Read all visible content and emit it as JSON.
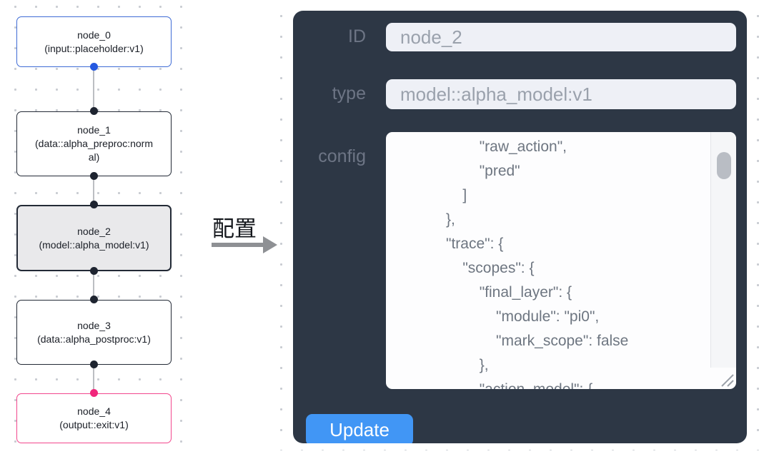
{
  "canvas": {
    "nodes": [
      {
        "title": "node_0",
        "subtitle": "(input::placeholder:v1)",
        "variant": "input"
      },
      {
        "title": "node_1",
        "subtitle": "(data::alpha_preproc:normal)",
        "variant": "default"
      },
      {
        "title": "node_2",
        "subtitle": "(model::alpha_model:v1)",
        "variant": "selected"
      },
      {
        "title": "node_3",
        "subtitle": "(data::alpha_postproc:v1)",
        "variant": "default"
      },
      {
        "title": "node_4",
        "subtitle": "(output::exit:v1)",
        "variant": "output"
      }
    ]
  },
  "transition": {
    "label": "配置"
  },
  "panel": {
    "id_field": {
      "label": "ID",
      "value": "node_2"
    },
    "type_field": {
      "label": "type",
      "value": "model::alpha_model:v1"
    },
    "config_field": {
      "label": "config",
      "text": "                    \"raw_action\",\n                    \"pred\"\n                ]\n            },\n            \"trace\": {\n                \"scopes\": {\n                    \"final_layer\": {\n                        \"module\": \"pi0\",\n                        \"mark_scope\": false\n                    },\n                    \"action_model\": {"
    },
    "update_button": {
      "label": "Update"
    }
  },
  "colors": {
    "panel_bg": "#2d3745",
    "accent_blue": "#4196f5",
    "node_input_border": "#3e6bd5",
    "node_output_border": "#f2478d",
    "handle_blue": "#2458e0",
    "handle_pink": "#f1267c",
    "handle_dark": "#1e2430",
    "node_selected_bg": "#e9e9eb"
  }
}
